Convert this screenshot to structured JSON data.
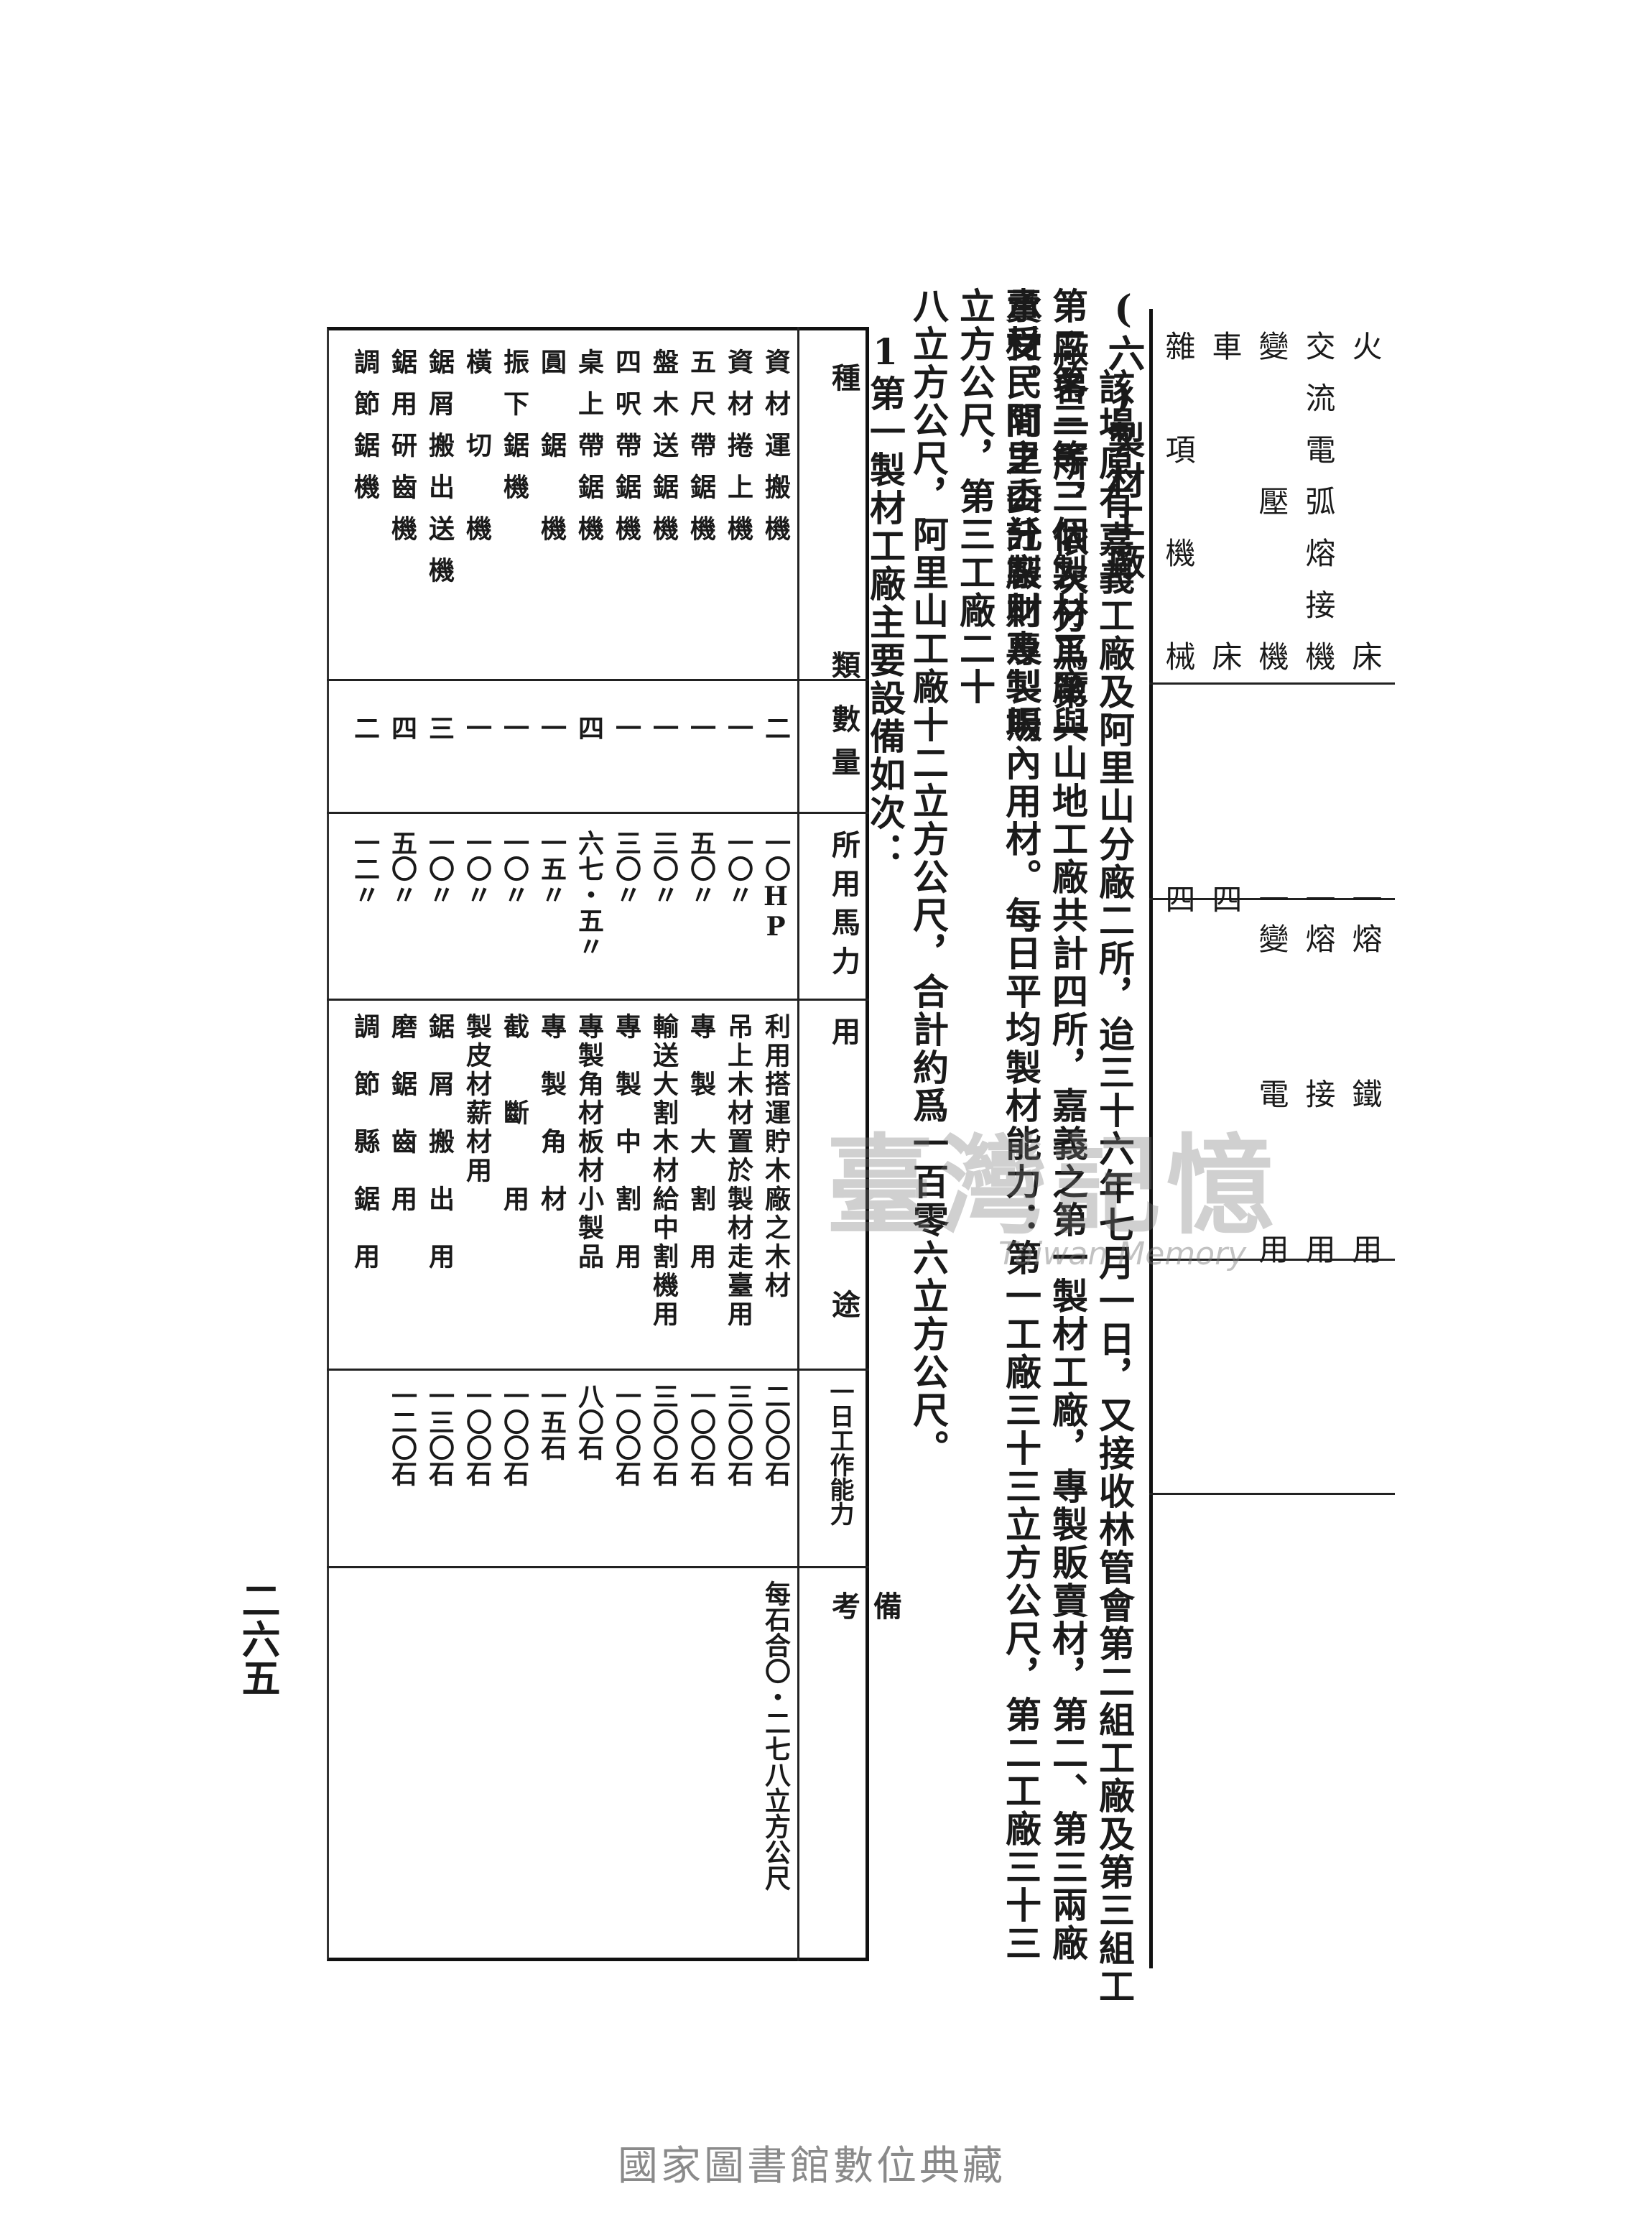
{
  "top_fragment": {
    "items": [
      {
        "name": "火　　　　　床",
        "qty": "一",
        "use": "熔　　鐵　　用"
      },
      {
        "name": "交流電弧熔接機",
        "qty": "一",
        "use": "熔　　接　　用"
      },
      {
        "name": "變　　壓　　機",
        "qty": "一",
        "use": "變　　電　　用"
      },
      {
        "name": "車　　　　　床",
        "qty": "四",
        "use": ""
      },
      {
        "name": "雜　項　機　械",
        "qty": "四",
        "use": ""
      }
    ]
  },
  "section": {
    "title": "(六)製材工廠",
    "paragraph_lines": [
      "　該場原有嘉義工廠及阿里山分廠二所，迨三十六年七月一日，又接收林管會第二組工廠及第三組工廠各一所，依次分爲第一",
      "第二第三等三個製材工廠與山地工廠共計四所，嘉義之第一製材工廠，專製販賣材，第二、第三兩廠承受民間之委託製材及製販",
      "賣材。阿里山分廠則專製場內用材。每日平均製材能力：第一工廠三十三立方公尺，第二工廠三十三立方公尺，第三工廠二十",
      "八立方公尺，阿里山工廠十二立方公尺，合計約爲一百零六立方公尺。"
    ],
    "subtitle": "1第一製材工廠主要設備如次："
  },
  "table": {
    "headers": {
      "kind": "種　　　類",
      "qty": "數量",
      "hp": "所用馬力",
      "use": "用　　　　途",
      "capacity": "一日工作能力",
      "remarks": "備　　　考"
    },
    "rows": [
      {
        "kind": "資材運搬機",
        "qty": "二",
        "hp": "一〇HP",
        "use": "利用搭運貯木廠之木材",
        "capacity": "二〇〇石",
        "remarks": "每石合〇・二七八立方公尺"
      },
      {
        "kind": "資材捲上機",
        "qty": "一",
        "hp": "一〇〃",
        "use": "吊上木材置於製材走臺用",
        "capacity": "三〇〇石",
        "remarks": ""
      },
      {
        "kind": "五尺帶鋸機",
        "qty": "一",
        "hp": "五〇〃",
        "use": "專　製　大　割　用",
        "capacity": "一〇〇石",
        "remarks": ""
      },
      {
        "kind": "盤木送鋸機",
        "qty": "一",
        "hp": "三〇〃",
        "use": "輸送大割木材給中割機用",
        "capacity": "三〇〇石",
        "remarks": ""
      },
      {
        "kind": "四呎帶鋸機",
        "qty": "一",
        "hp": "三〇〃",
        "use": "專　製　中　割　用",
        "capacity": "一〇〇石",
        "remarks": ""
      },
      {
        "kind": "桌上帶鋸機",
        "qty": "四",
        "hp": "六七・五〃",
        "use": "專製角材板材小製品",
        "capacity": "八〇石",
        "remarks": ""
      },
      {
        "kind": "圓　鋸　機",
        "qty": "一",
        "hp": "一五〃",
        "use": "專　製　角　材",
        "capacity": "一五石",
        "remarks": ""
      },
      {
        "kind": "振下鋸機",
        "qty": "一",
        "hp": "一〇〃",
        "use": "截　　斷　　用",
        "capacity": "一〇〇石",
        "remarks": ""
      },
      {
        "kind": "橫　切　機",
        "qty": "一",
        "hp": "一〇〃",
        "use": "製皮材薪材用",
        "capacity": "一〇〇石",
        "remarks": ""
      },
      {
        "kind": "鋸屑搬出送機",
        "qty": "三",
        "hp": "一〇〃",
        "use": "鋸　屑　搬　出　用",
        "capacity": "一三〇石",
        "remarks": ""
      },
      {
        "kind": "鋸用研齒機",
        "qty": "四",
        "hp": "五〇〃",
        "use": "磨　鋸　齒　用",
        "capacity": "一二〇石",
        "remarks": ""
      },
      {
        "kind": "調節鋸機",
        "qty": "二",
        "hp": "一二〃",
        "use": "調　節　縣　鋸　用",
        "capacity": "",
        "remarks": ""
      }
    ]
  },
  "page_number": "二六五",
  "watermark": {
    "main": "臺灣記憶",
    "sub": "Taiwan Memory"
  },
  "footer": "國家圖書館數位典藏"
}
